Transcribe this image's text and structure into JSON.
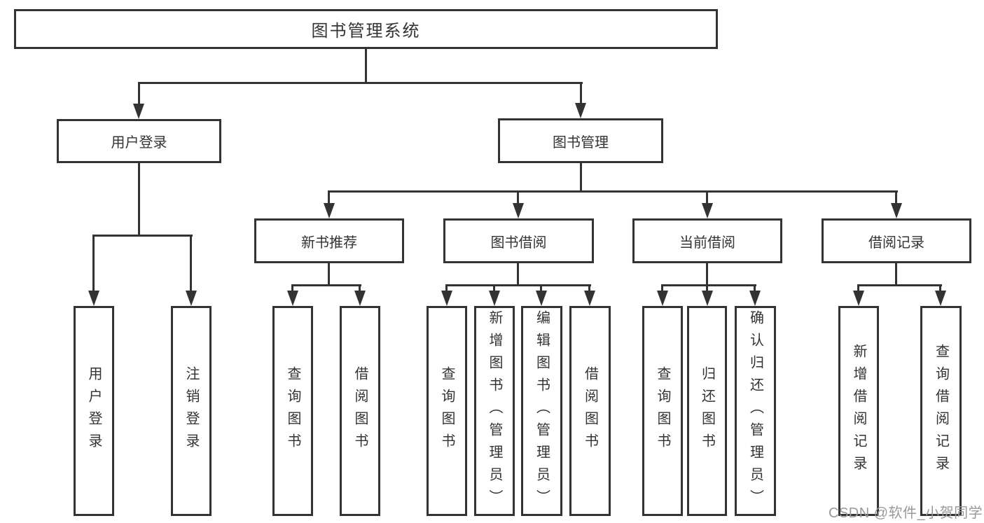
{
  "tree": {
    "root": "图书管理系统",
    "branches": [
      {
        "label": "用户登录",
        "children": [
          "用户登录",
          "注销登录"
        ]
      },
      {
        "label": "图书管理",
        "children": [
          {
            "label": "新书推荐",
            "children": [
              "查询图书",
              "借阅图书"
            ]
          },
          {
            "label": "图书借阅",
            "children": [
              "查询图书",
              "新增图书（管理员）",
              "编辑图书（管理员）",
              "借阅图书"
            ]
          },
          {
            "label": "当前借阅",
            "children": [
              "查询图书",
              "归还图书",
              "确认归还（管理员）"
            ]
          },
          {
            "label": "借阅记录",
            "children": [
              "新增借阅记录",
              "查询借阅记录"
            ]
          }
        ]
      }
    ]
  },
  "watermark": {
    "text": "CSDN @软件_小贺同学",
    "color": "#999999"
  },
  "colors": {
    "line": "#333333",
    "border": "#333333",
    "text": "#333333",
    "background": "#ffffff"
  }
}
